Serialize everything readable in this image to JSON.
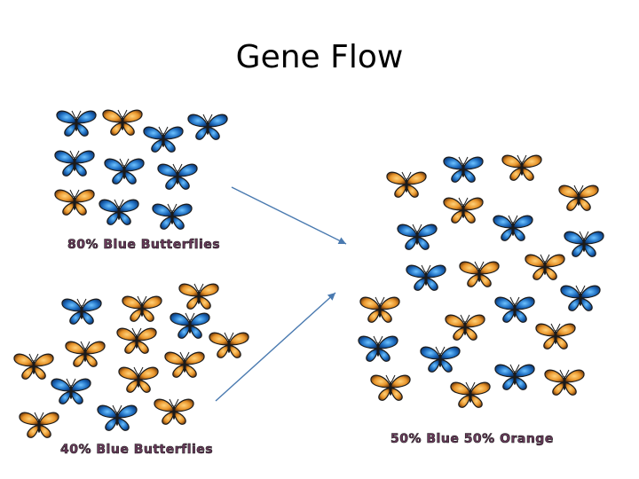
{
  "title": "Gene Flow",
  "labels": {
    "top_population": "80% Blue Butterflies",
    "bottom_population": "40% Blue Butterflies",
    "result_population": "50% Blue 50% Orange"
  },
  "colors": {
    "blue_wing": "#1f6fc2",
    "orange_wing": "#e8942a",
    "arrow": "#4a7ab0"
  },
  "icons": {
    "butterfly": "butterfly-icon"
  }
}
